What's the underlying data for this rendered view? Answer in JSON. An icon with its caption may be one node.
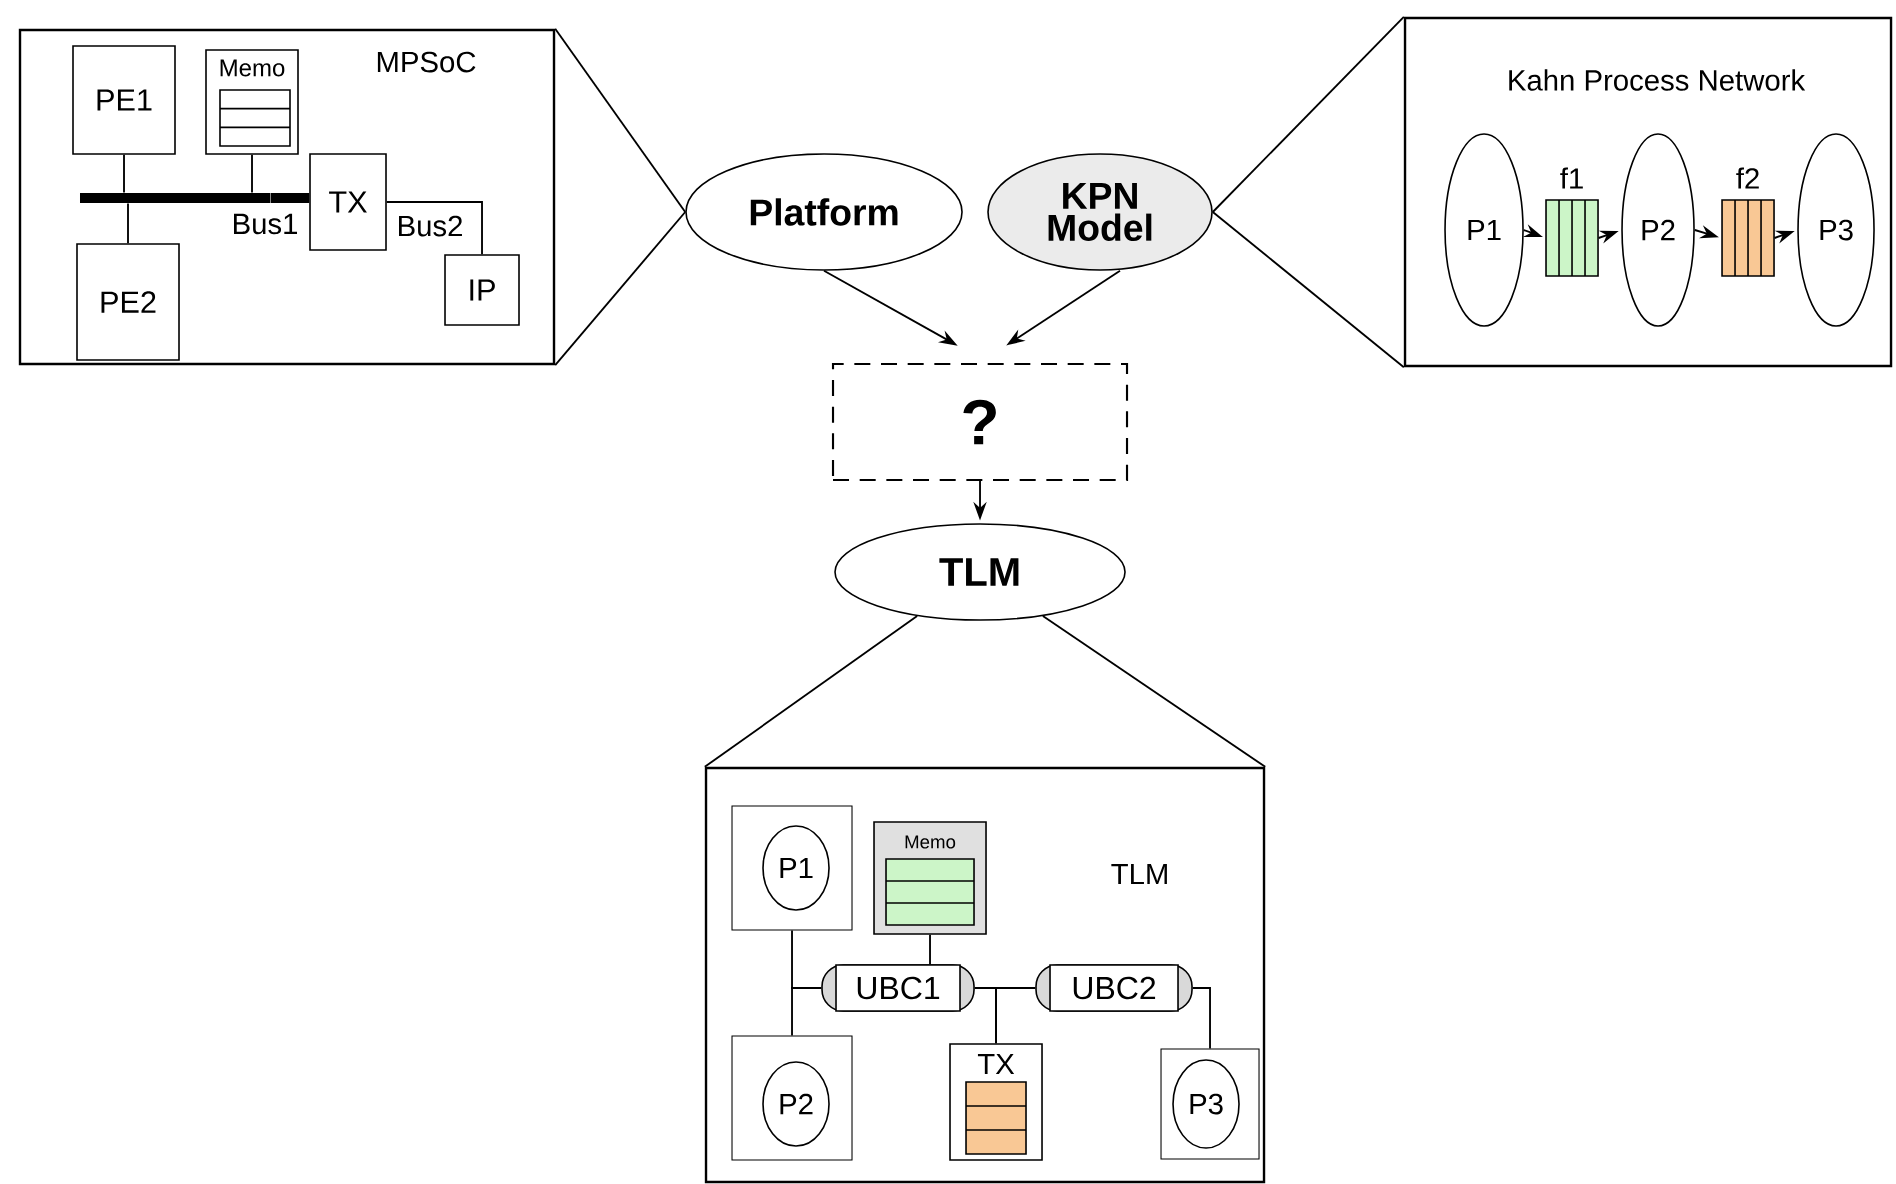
{
  "diagram": {
    "nodes": [
      {
        "text": [
          "MPSoC"
        ]
      },
      {
        "text": [
          "PE1"
        ],
        "in": 0
      },
      {
        "text": [
          "Memo"
        ],
        "in": 0
      },
      {
        "text": [
          "TX"
        ],
        "in": 0
      },
      {
        "text": [
          "PE2"
        ],
        "in": 0
      },
      {
        "text": [
          "IP"
        ],
        "in": 0
      },
      {
        "text": [],
        "shape": "bar",
        "in": 0,
        "beside": [
          "Bus1"
        ]
      },
      {
        "text": [
          "Platform"
        ]
      },
      {
        "text": [
          "KPN Model"
        ]
      },
      {
        "text": [
          "Kahn Process Network"
        ]
      },
      {
        "text": [
          "P1"
        ],
        "in": 9
      },
      {
        "text": [],
        "shape": "box",
        "in": 9,
        "beside": [
          "f1"
        ]
      },
      {
        "text": [
          "P2"
        ],
        "in": 9
      },
      {
        "text": [],
        "shape": "box",
        "in": 9,
        "beside": [
          "f2"
        ]
      },
      {
        "text": [
          "P3"
        ],
        "in": 9
      },
      {
        "text": [
          "?"
        ]
      },
      {
        "text": [
          "TLM"
        ]
      },
      {
        "text": [
          "TLM"
        ]
      },
      {
        "text": [],
        "shape": "box",
        "in": 17
      },
      {
        "text": [
          "P1"
        ],
        "in": 18
      },
      {
        "text": [
          "Memo"
        ],
        "in": 17
      },
      {
        "text": [
          "UBC1"
        ],
        "in": 17
      },
      {
        "text": [
          "UBC2"
        ],
        "in": 17
      },
      {
        "text": [],
        "shape": "box",
        "in": 17
      },
      {
        "text": [
          "P2"
        ],
        "in": 23
      },
      {
        "text": [
          "TX"
        ],
        "in": 17
      },
      {
        "text": [],
        "shape": "box",
        "in": 17
      },
      {
        "text": [
          "P3"
        ],
        "in": 26
      }
    ],
    "edges": [
      {
        "from": 7,
        "to": 15,
        "arrow": "to"
      },
      {
        "from": 8,
        "to": 15,
        "arrow": "to"
      },
      {
        "from": 15,
        "to": 16,
        "arrow": "to"
      },
      {
        "from": 7,
        "to": 0,
        "arrow": "none"
      },
      {
        "from": 7,
        "to": 0,
        "arrow": "none"
      },
      {
        "from": 8,
        "to": 9,
        "arrow": "none"
      },
      {
        "from": 8,
        "to": 9,
        "arrow": "none"
      },
      {
        "from": 16,
        "to": 17,
        "arrow": "none"
      },
      {
        "from": 16,
        "to": 17,
        "arrow": "none"
      },
      {
        "from": 1,
        "to": 6,
        "arrow": "none"
      },
      {
        "from": 4,
        "to": 6,
        "arrow": "none"
      },
      {
        "from": 2,
        "to": 6,
        "arrow": "none"
      },
      {
        "from": 6,
        "to": 3,
        "arrow": "none",
        "style": "thick"
      },
      {
        "from": 3,
        "to": 5,
        "arrow": "none",
        "label": "Bus2"
      },
      {
        "from": 10,
        "to": 11,
        "arrow": "to"
      },
      {
        "from": 11,
        "to": 12,
        "arrow": "to"
      },
      {
        "from": 12,
        "to": 13,
        "arrow": "to"
      },
      {
        "from": 13,
        "to": 14,
        "arrow": "to"
      },
      {
        "from": 18,
        "to": 21,
        "arrow": "none"
      },
      {
        "from": 23,
        "to": 21,
        "arrow": "none"
      },
      {
        "from": 20,
        "to": 21,
        "arrow": "none"
      },
      {
        "from": 21,
        "to": 22,
        "arrow": "none"
      },
      {
        "from": 25,
        "to": 21,
        "arrow": "none"
      },
      {
        "from": 25,
        "to": 22,
        "arrow": "none"
      },
      {
        "from": 22,
        "to": 26,
        "arrow": "none"
      }
    ]
  }
}
